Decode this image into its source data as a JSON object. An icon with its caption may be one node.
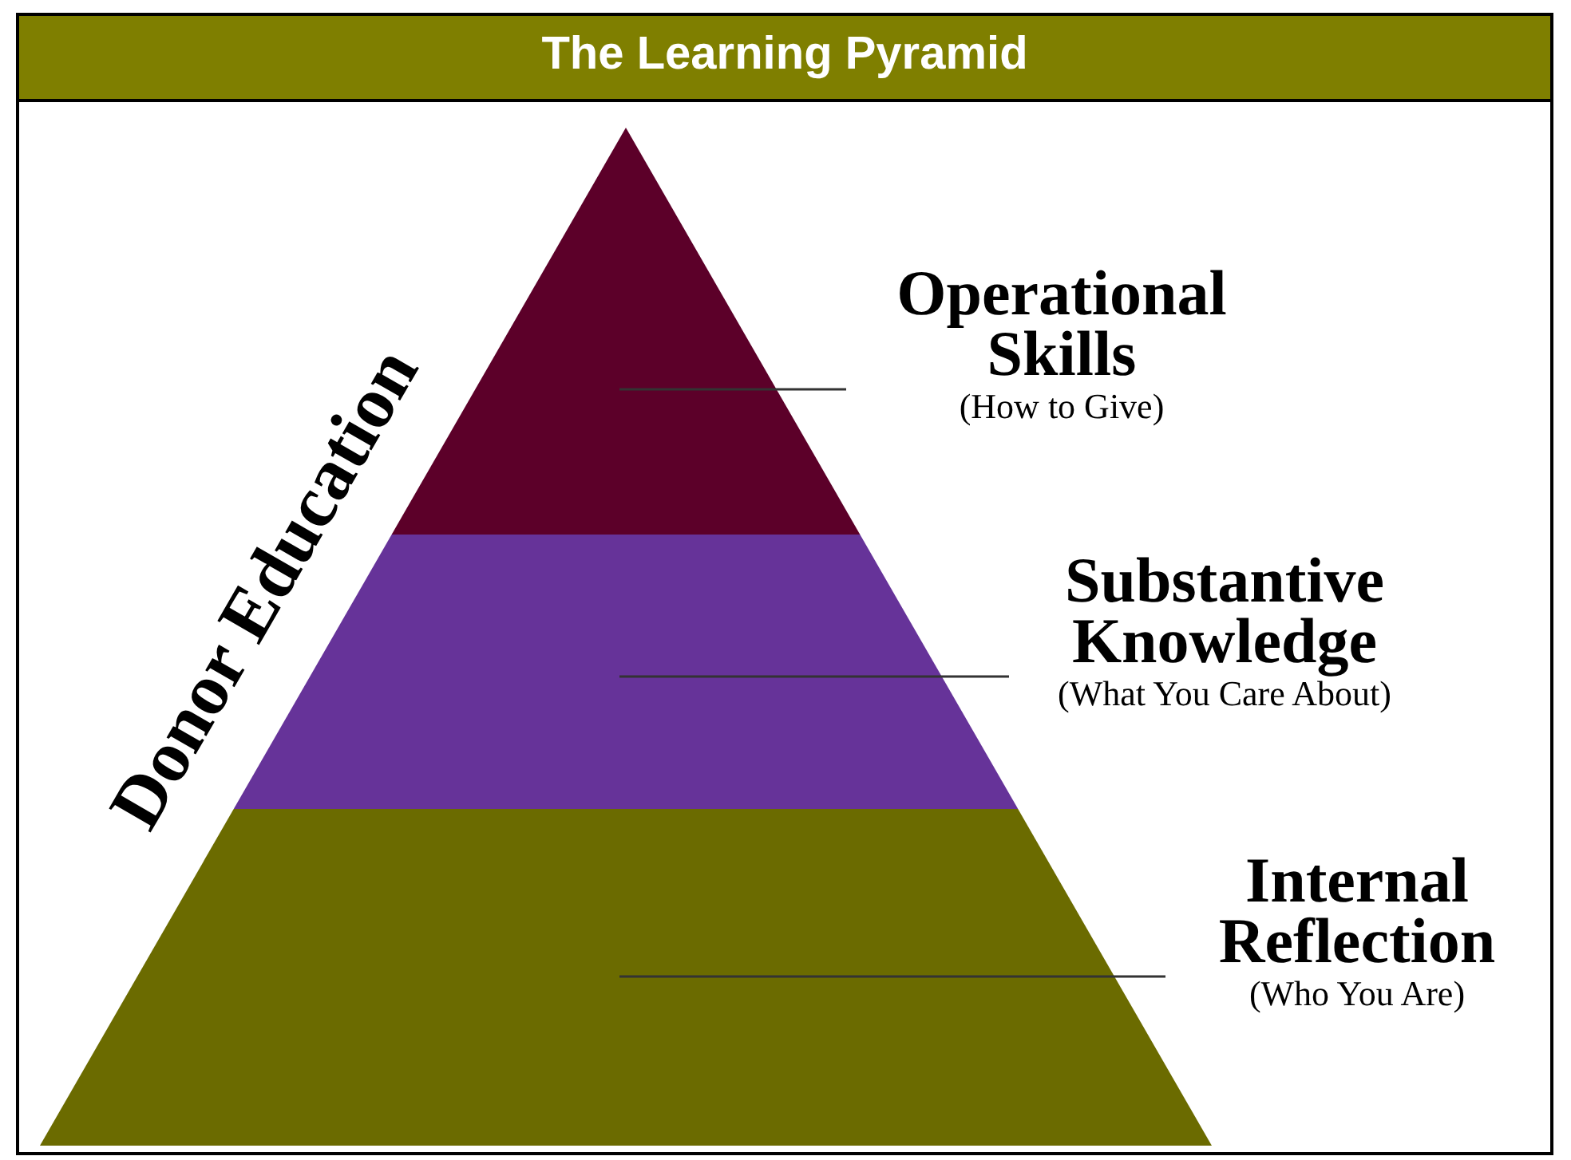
{
  "diagram": {
    "title": "The Learning Pyramid",
    "nodes": [
      {
        "text": [],
        "shape": "triangle"
      },
      {
        "text": [],
        "shape": "band"
      },
      {
        "text": [],
        "shape": "band"
      },
      {
        "text": [
          "Operational Skills",
          "(How to Give)"
        ]
      },
      {
        "text": [
          "Substantive Knowledge",
          "(What You Care About)"
        ]
      },
      {
        "text": [
          "Internal Reflection",
          "(Who You Are)"
        ]
      }
    ],
    "edges": [
      {
        "from": 3,
        "to": 0,
        "arrow": "none"
      },
      {
        "from": 4,
        "to": 1,
        "arrow": "none"
      },
      {
        "from": 5,
        "to": 2,
        "arrow": "none"
      }
    ],
    "labels": [
      "Donor Education"
    ]
  }
}
